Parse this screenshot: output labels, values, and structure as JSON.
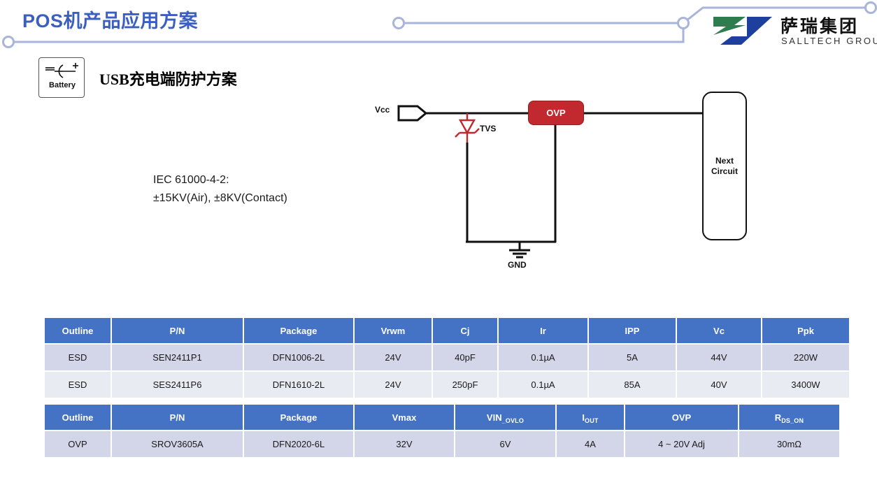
{
  "header": {
    "title": "POS机产品应用方案",
    "accent_color": "#3B5FC0",
    "deco_line_color": "#A9B4DB"
  },
  "brand": {
    "name_cn": "萨瑞集团",
    "name_en": "SALLTECH GROUP",
    "mark_green": "#2E7D4F",
    "mark_blue": "#1F3F9E"
  },
  "battery": {
    "label": "Battery",
    "minus": "−",
    "plus": "+"
  },
  "section": {
    "title": "USB充电端防护方案"
  },
  "note": {
    "line1": "IEC 61000-4-2:",
    "line2": "±15KV(Air), ±8KV(Contact)"
  },
  "circuit": {
    "vcc_label": "Vcc",
    "tvs_label": "TVS",
    "gnd_label": "GND",
    "ovp_label": "OVP",
    "next_circuit_label": "Next\nCircuit",
    "ovp_color": "#C1292E",
    "tvs_color": "#C1292E",
    "wire_color": "#111111"
  },
  "tables": [
    {
      "id": "esd",
      "headers": [
        "Outline",
        "P/N",
        "Package",
        "Vrwm",
        "Cj",
        "Ir",
        "IPP",
        "Vc",
        "Ppk"
      ],
      "rows": [
        [
          "ESD",
          "SEN2411P1",
          "DFN1006-2L",
          "24V",
          "40pF",
          "0.1µA",
          "5A",
          "44V",
          "220W"
        ],
        [
          "ESD",
          "SES2411P6",
          "DFN1610-2L",
          "24V",
          "250pF",
          "0.1µA",
          "85A",
          "40V",
          "3400W"
        ]
      ]
    },
    {
      "id": "ovp",
      "headers": [
        "Outline",
        "P/N",
        "Package",
        "Vmax",
        "VIN_OVLO",
        "IOUT",
        "OVP",
        "RDS_ON"
      ],
      "header_parts": [
        {
          "main": "Outline",
          "sub": ""
        },
        {
          "main": "P/N",
          "sub": ""
        },
        {
          "main": "Package",
          "sub": ""
        },
        {
          "main": "Vmax",
          "sub": ""
        },
        {
          "main": "VIN",
          "sub": "_OVLO"
        },
        {
          "main": "I",
          "sub": "OUT"
        },
        {
          "main": "OVP",
          "sub": ""
        },
        {
          "main": "R",
          "sub": "DS_ON"
        }
      ],
      "rows": [
        [
          "OVP",
          "SROV3605A",
          "DFN2020-6L",
          "32V",
          "6V",
          "4A",
          "4 ~ 20V Adj",
          "30mΩ"
        ]
      ]
    }
  ],
  "theme": {
    "header_blue": "#4472C4",
    "row_a": "#D2D6E8",
    "row_b": "#E9EBF3"
  }
}
